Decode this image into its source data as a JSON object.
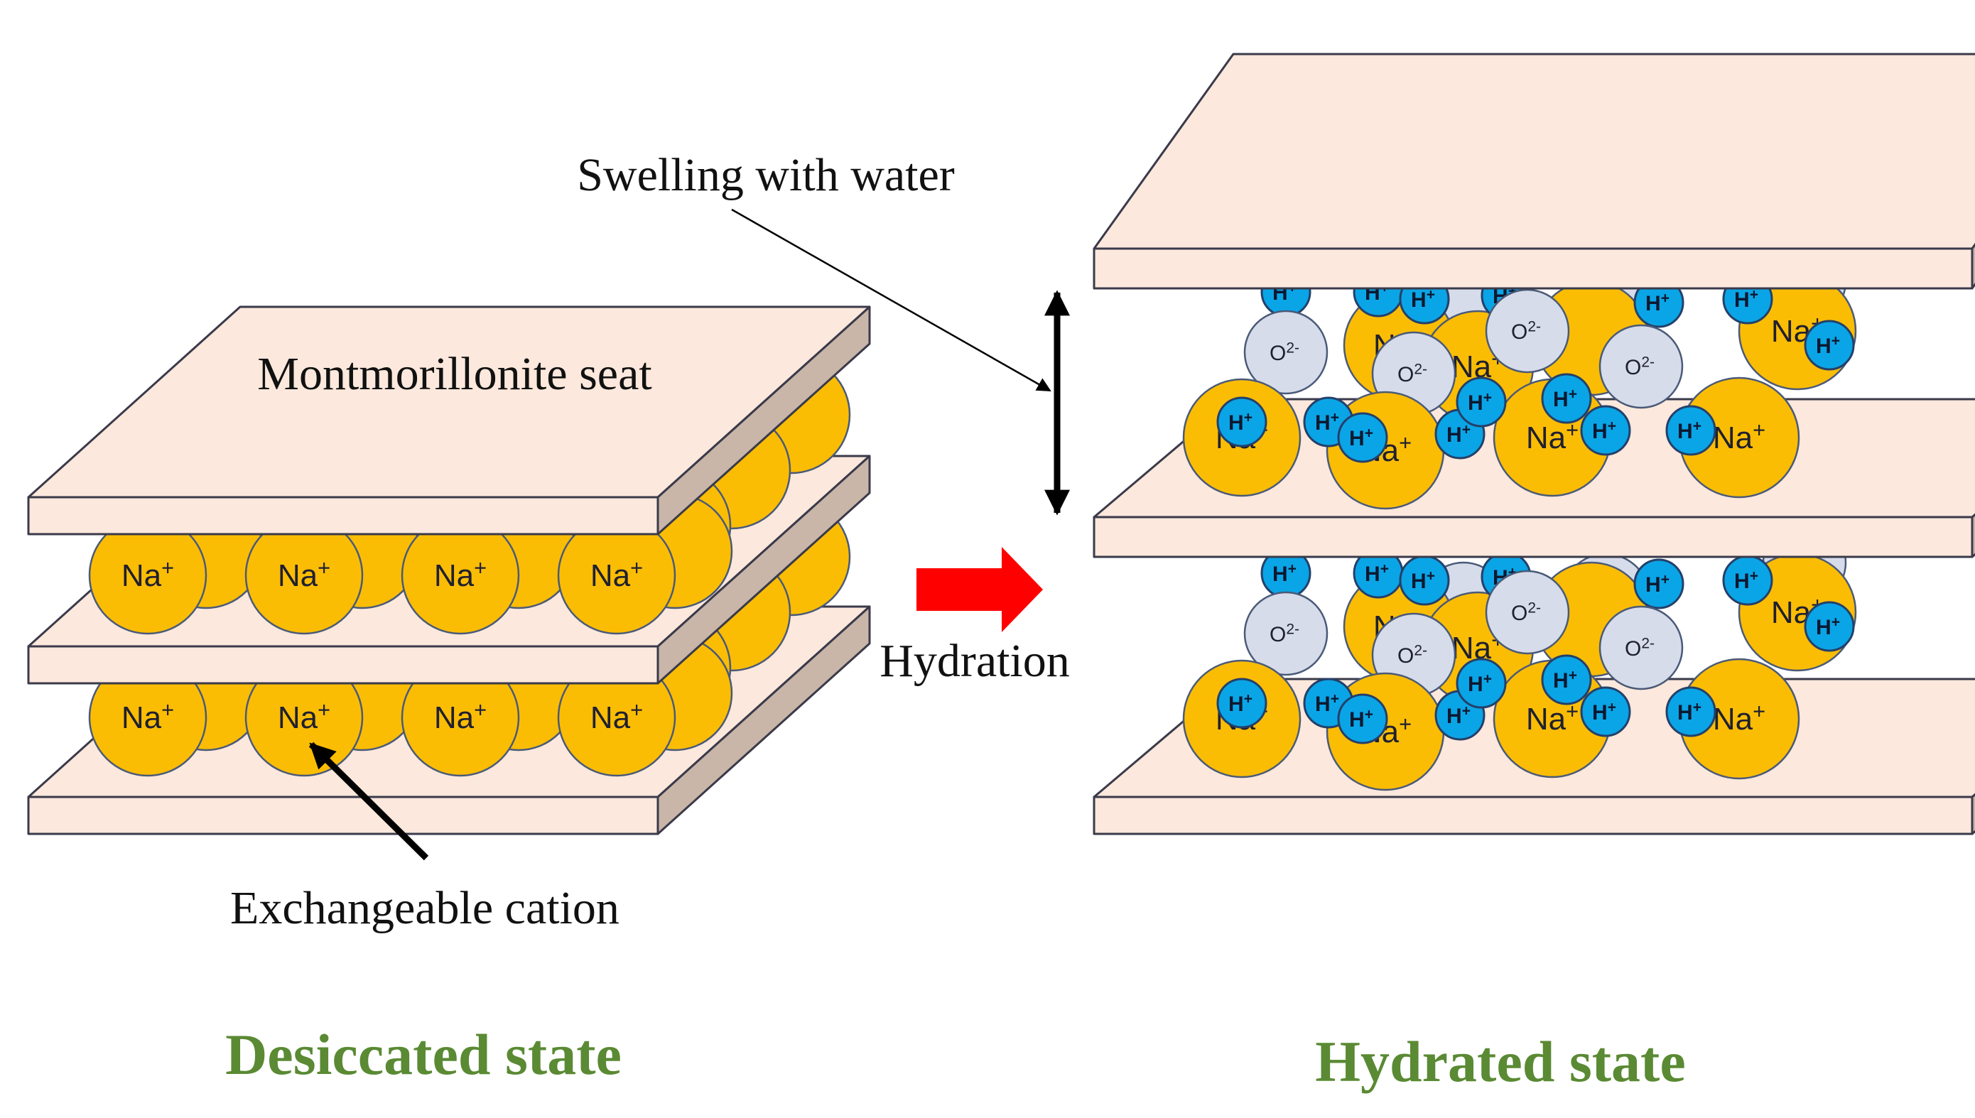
{
  "labels": {
    "sheet": "Montmorillonite seat",
    "swelling": "Swelling with water",
    "hydration": "Hydration",
    "cation": "Exchangeable cation",
    "desiccated": "Desiccated state",
    "hydrated": "Hydrated state"
  },
  "ions": {
    "sodium": "Na",
    "sodium_charge": "+",
    "oxygen": "O",
    "oxygen_charge": "2-",
    "hydrogen": "H",
    "hydrogen_charge": "+"
  },
  "colors": {
    "sheet": "#fce8dc",
    "sheet_side": "#c9b6a8",
    "sodium": "#fbbd04",
    "oxygen": "#d6dcea",
    "hydrogen": "#0aa5e6",
    "hydration_arrow": "#ff0000",
    "state_title": "#5a8a33"
  }
}
